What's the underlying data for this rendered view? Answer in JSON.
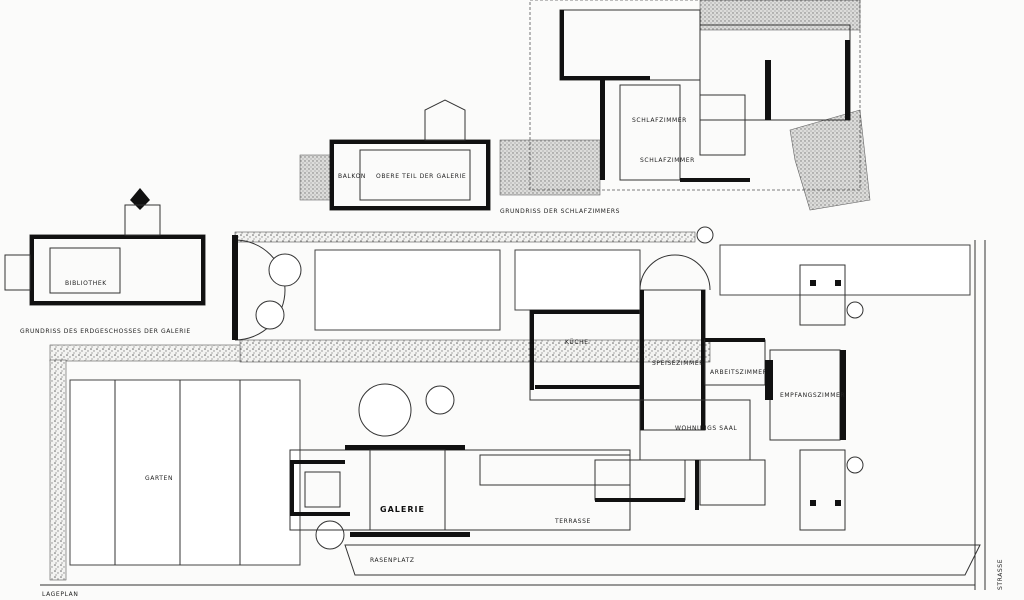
{
  "title": "Lageplan",
  "labels": {
    "upper_plan": "GRUNDRISS DER SCHLAFZIMMERS",
    "gallery_ground_plan": "GRUNDRISS DES ERDGESCHOSSES DER GALERIE",
    "site_plan": "LAGEPLAN",
    "gallery": "GALERIE",
    "terrace": "TERRASSE",
    "lawn": "RASENPLATZ",
    "garden": "GARTEN",
    "street": "STRASSE",
    "library": "BIBLIOTHEK",
    "kitchen": "KÜCHE",
    "dining": "SPEISEZIMMER",
    "study": "ARBEITSZIMMER",
    "reception": "EMPFANGSZIMMER",
    "hall": "WOHNUNGS SAAL",
    "bedroom_1": "SCHLAFZIMMER",
    "bedroom_2": "SCHLAFZIMMER",
    "balcony": "BALKON",
    "upper_gallery": "OBERE TEIL DER GALERIE"
  }
}
